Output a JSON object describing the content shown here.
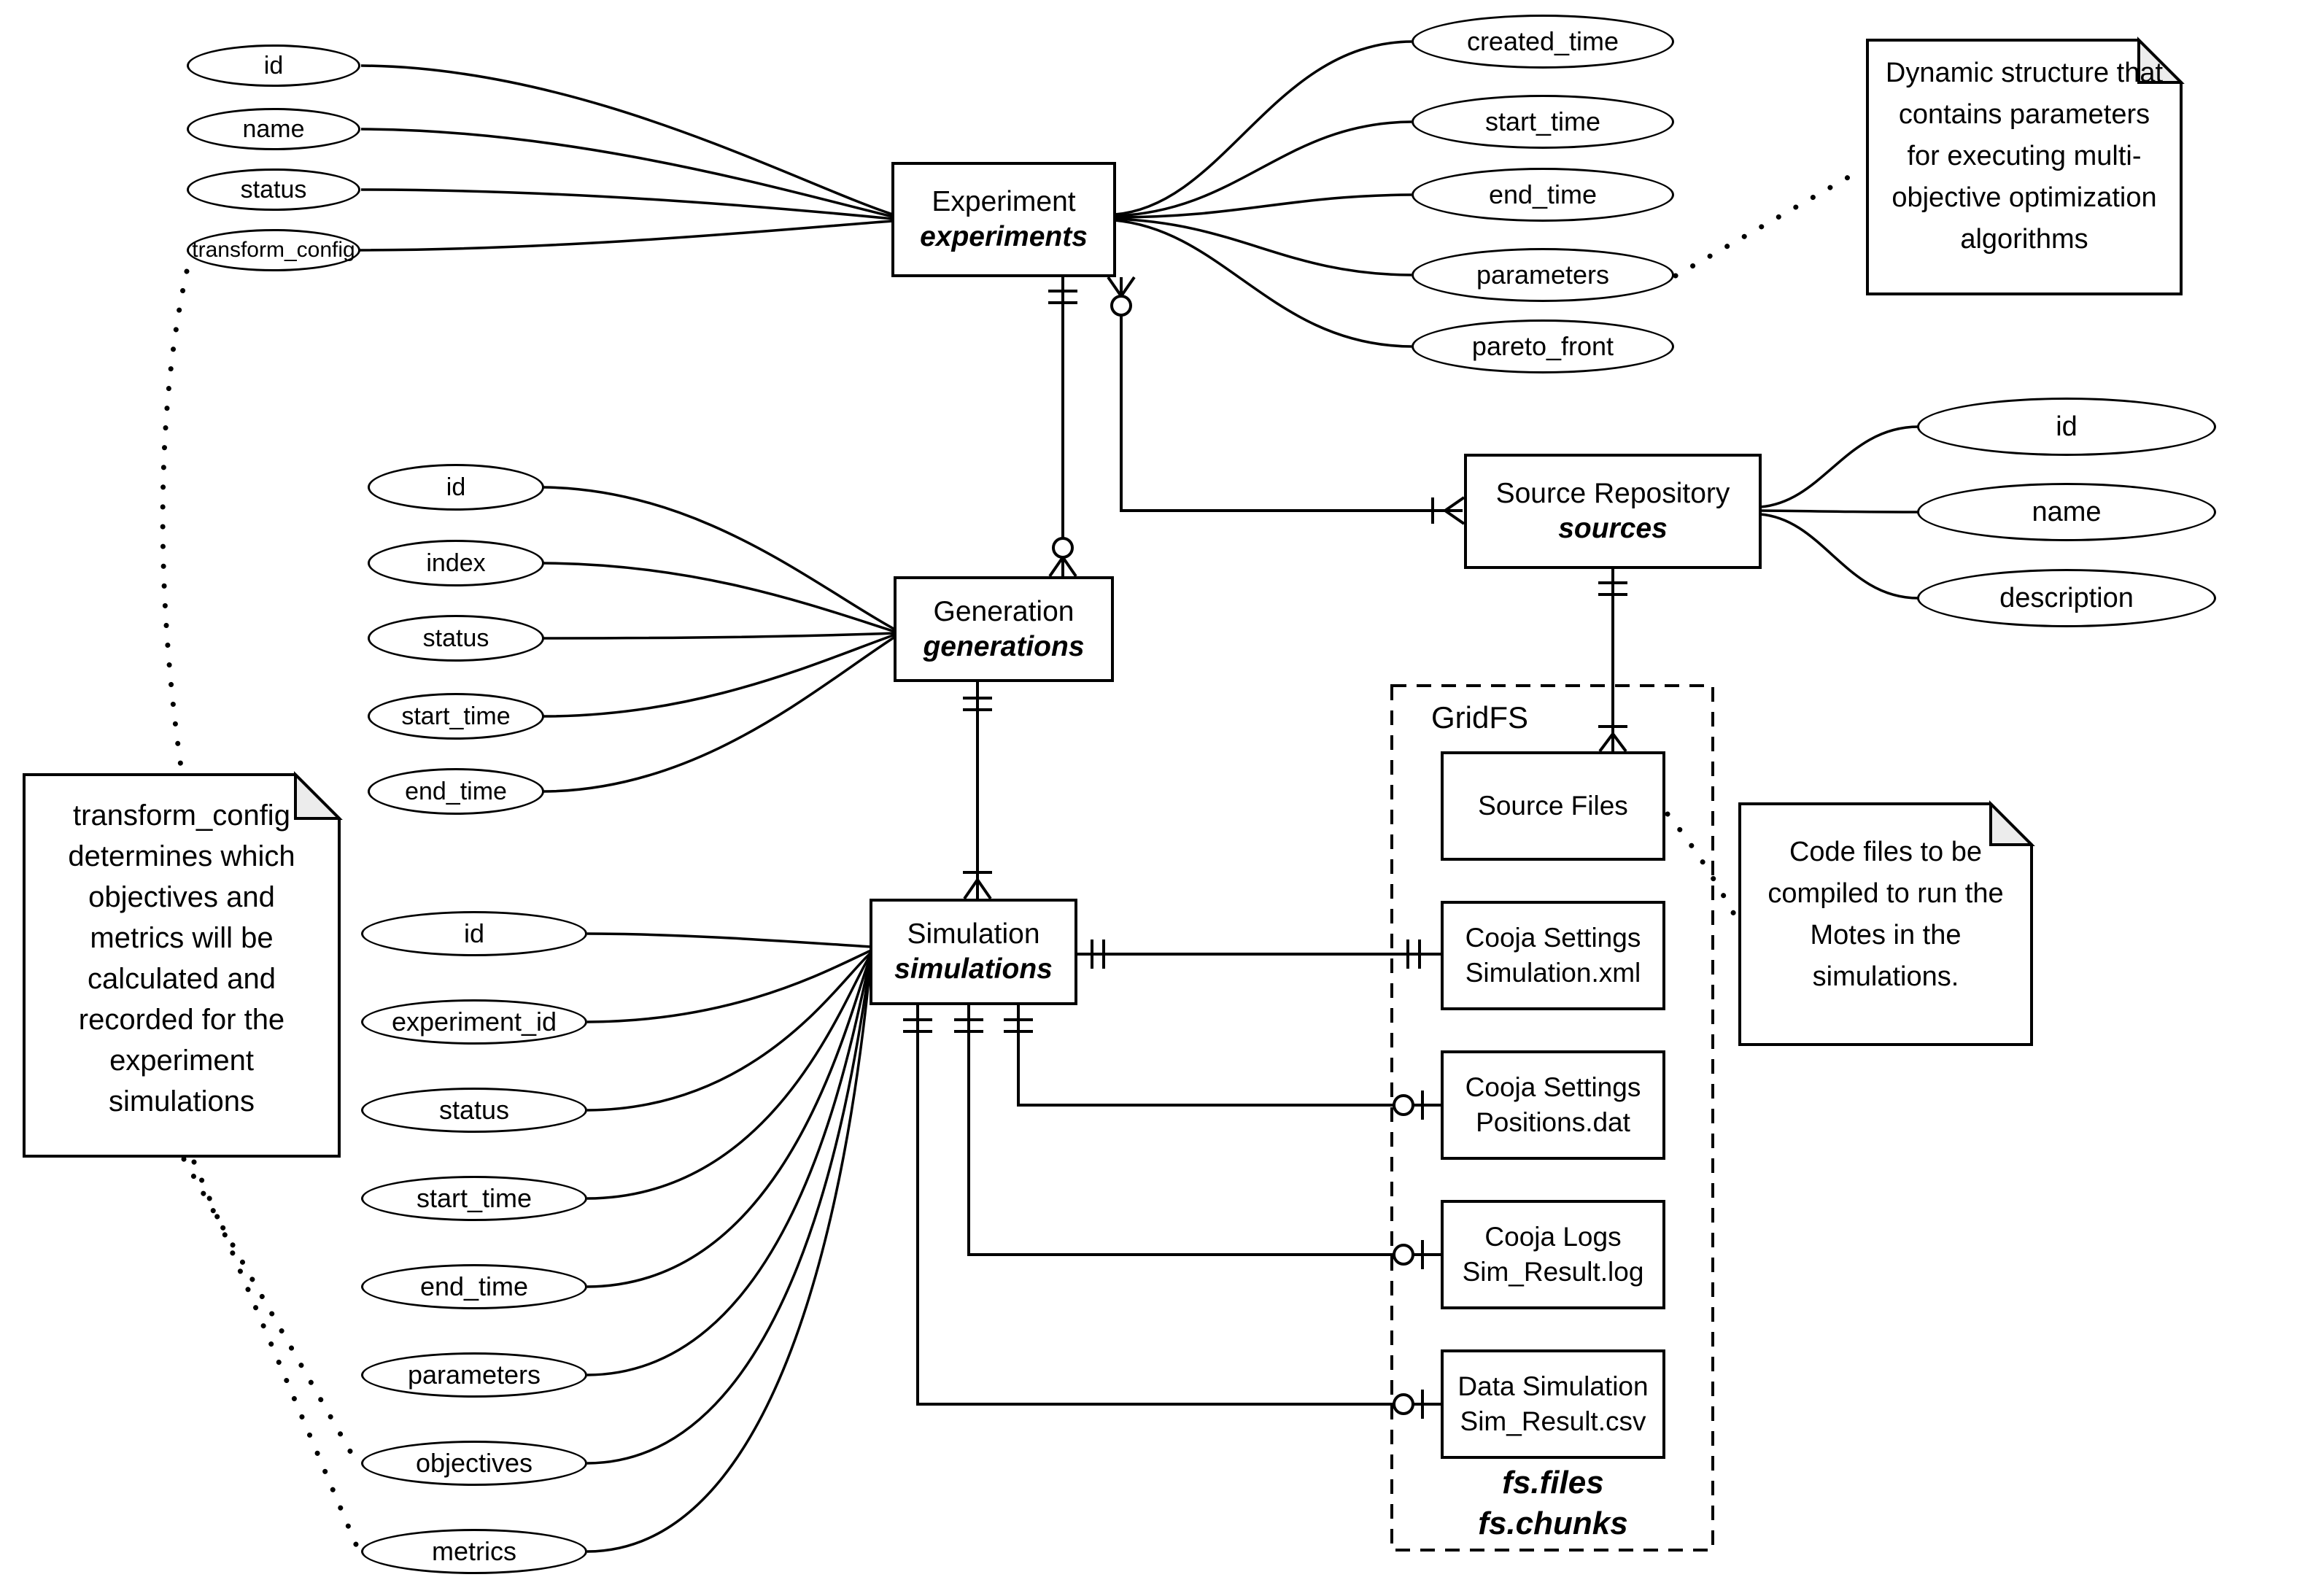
{
  "colors": {
    "ink": "#000000",
    "background": "#ffffff",
    "note_fold": "#ececec"
  },
  "entities": {
    "experiment": {
      "title": "Experiment",
      "collection": "experiments"
    },
    "generation": {
      "title": "Generation",
      "collection": "generations"
    },
    "simulation": {
      "title": "Simulation",
      "collection": "simulations"
    },
    "source_repository": {
      "title": "Source Repository",
      "collection": "sources"
    }
  },
  "attributes": {
    "experiment_left": [
      "id",
      "name",
      "status",
      "transform_config"
    ],
    "experiment_right": [
      "created_time",
      "start_time",
      "end_time",
      "parameters",
      "pareto_front"
    ],
    "generation": [
      "id",
      "index",
      "status",
      "start_time",
      "end_time"
    ],
    "simulation": [
      "id",
      "experiment_id",
      "status",
      "start_time",
      "end_time",
      "parameters",
      "objectives",
      "metrics"
    ],
    "source_repository": [
      "id",
      "name",
      "description"
    ]
  },
  "gridfs": {
    "label": "GridFS",
    "files": [
      {
        "line1": "Source Files",
        "line2": ""
      },
      {
        "line1": "Cooja Settings",
        "line2": "Simulation.xml"
      },
      {
        "line1": "Cooja Settings",
        "line2": "Positions.dat"
      },
      {
        "line1": "Cooja Logs",
        "line2": "Sim_Result.log"
      },
      {
        "line1": "Data Simulation",
        "line2": "Sim_Result.csv"
      }
    ],
    "collections": [
      "fs.files",
      "fs.chunks"
    ]
  },
  "notes": {
    "dynamic_structure": {
      "lines": [
        "Dynamic structure that",
        "contains parameters",
        "for executing multi-",
        "objective optimization",
        "algorithms"
      ]
    },
    "code_files": {
      "lines": [
        "Code files to be",
        "compiled to run the",
        "Motes in the",
        "simulations."
      ]
    },
    "transform_config": {
      "lines": [
        "transform_config",
        "determines which",
        "objectives and",
        "metrics will be",
        "calculated and",
        "recorded for the",
        "experiment",
        "simulations"
      ]
    }
  },
  "relationships": [
    {
      "from": "Experiment",
      "to": "Generation",
      "from_cardinality": "exactly-one",
      "to_cardinality": "zero-or-many"
    },
    {
      "from": "Experiment",
      "to": "Source Repository",
      "from_cardinality": "zero-or-many",
      "to_cardinality": "one-or-many"
    },
    {
      "from": "Generation",
      "to": "Simulation",
      "from_cardinality": "exactly-one",
      "to_cardinality": "one-or-many"
    },
    {
      "from": "Source Repository",
      "to": "Source Files",
      "from_cardinality": "exactly-one",
      "to_cardinality": "one-or-many"
    },
    {
      "from": "Simulation",
      "to": "Cooja Settings Simulation.xml",
      "from_cardinality": "exactly-one",
      "to_cardinality": "exactly-one"
    },
    {
      "from": "Simulation",
      "to": "Cooja Settings Positions.dat",
      "from_cardinality": "exactly-one",
      "to_cardinality": "zero-or-one"
    },
    {
      "from": "Simulation",
      "to": "Cooja Logs Sim_Result.log",
      "from_cardinality": "exactly-one",
      "to_cardinality": "zero-or-one"
    },
    {
      "from": "Simulation",
      "to": "Data Simulation Sim_Result.csv",
      "from_cardinality": "exactly-one",
      "to_cardinality": "zero-or-one"
    }
  ]
}
